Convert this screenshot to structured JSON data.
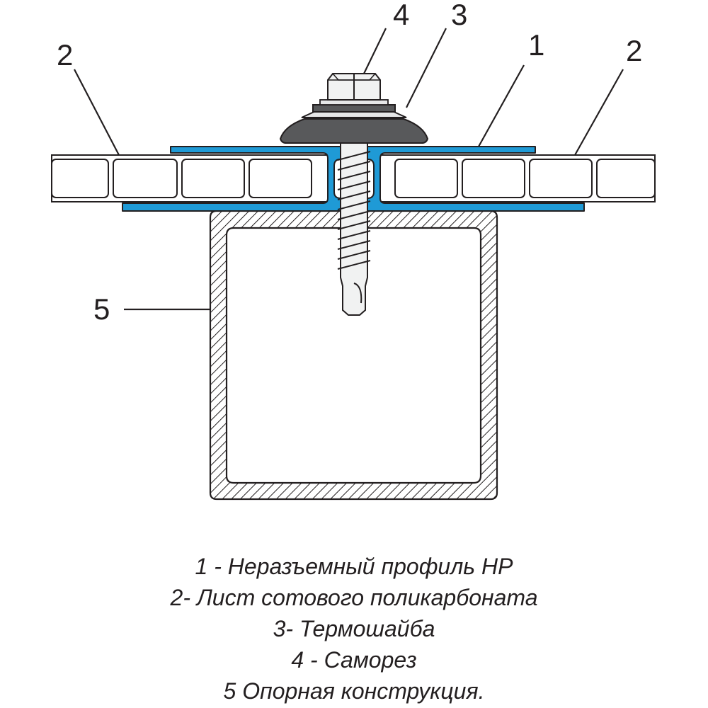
{
  "colors": {
    "profile": "#1f9ad6",
    "outline": "#231f20",
    "washer_dark": "#58595b",
    "washer_light": "#e6e7e8",
    "screw_fill": "#f1f2f2"
  },
  "callouts": [
    {
      "label": "4",
      "part": "screw-head"
    },
    {
      "label": "3",
      "part": "thermo-washer"
    },
    {
      "label": "1",
      "part": "hp-profile"
    },
    {
      "label": "2",
      "part": "polycarbonate-sheet-left"
    },
    {
      "label": "2",
      "part": "polycarbonate-sheet-right"
    },
    {
      "label": "5",
      "part": "support-structure"
    }
  ],
  "legend": [
    "1 - Неразъемный профиль НР",
    "2- Лист сотового поликарбоната",
    "3- Термошайба",
    "4 - Саморез",
    "5 Опорная конструкция."
  ]
}
